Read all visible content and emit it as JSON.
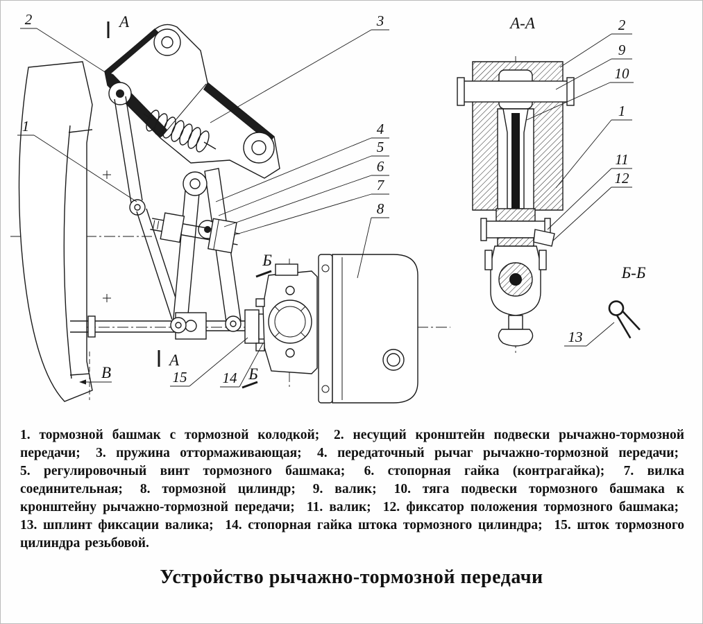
{
  "page": {
    "title": "Устройство рычажно-тормозной передачи"
  },
  "drawing": {
    "main": {
      "callouts": {
        "n1": "1",
        "n2": "2",
        "n3": "3",
        "n4": "4",
        "n5": "5",
        "n6": "6",
        "n7": "7",
        "n8": "8",
        "n14": "14",
        "n15": "15"
      },
      "markers": {
        "a_top": "А",
        "a_bottom": "А",
        "b_top": "Б",
        "b_bottom": "Б",
        "v": "В"
      }
    },
    "section_aa": {
      "label": "А-А",
      "callouts": {
        "n2": "2",
        "n9": "9",
        "n10": "10",
        "n1": "1",
        "n11": "11",
        "n12": "12"
      }
    },
    "section_bb": {
      "label": "Б-Б",
      "callouts": {
        "n13": "13"
      }
    }
  },
  "legend": {
    "items": [
      {
        "n": "1.",
        "t": "тормозной башмак с тормозной колодкой;"
      },
      {
        "n": "2.",
        "t": "несущий кронштейн подвески рычажно-тормозной передачи;"
      },
      {
        "n": "3.",
        "t": "пружина оттормаживающая;"
      },
      {
        "n": "4.",
        "t": "передаточный рычаг рычажно-тормозной передачи;"
      },
      {
        "n": "5.",
        "t": "регулировочный винт тормозного башмака;"
      },
      {
        "n": "6.",
        "t": "стопорная гайка (контрагайка);"
      },
      {
        "n": "7.",
        "t": "вилка соединительная;"
      },
      {
        "n": "8.",
        "t": "тормозной цилиндр;"
      },
      {
        "n": "9.",
        "t": "валик;"
      },
      {
        "n": "10.",
        "t": "тяга подвески тормозного башмака к кронштейну рычажно-тормозной передачи;"
      },
      {
        "n": "11.",
        "t": "валик;"
      },
      {
        "n": "12.",
        "t": "фиксатор положения тормозного башмака;"
      },
      {
        "n": "13.",
        "t": "шплинт фиксации валика;"
      },
      {
        "n": "14.",
        "t": "стопорная гайка штока тормозного цилиндра;"
      },
      {
        "n": "15.",
        "t": "шток тормозного цилиндра резьбовой."
      }
    ]
  }
}
